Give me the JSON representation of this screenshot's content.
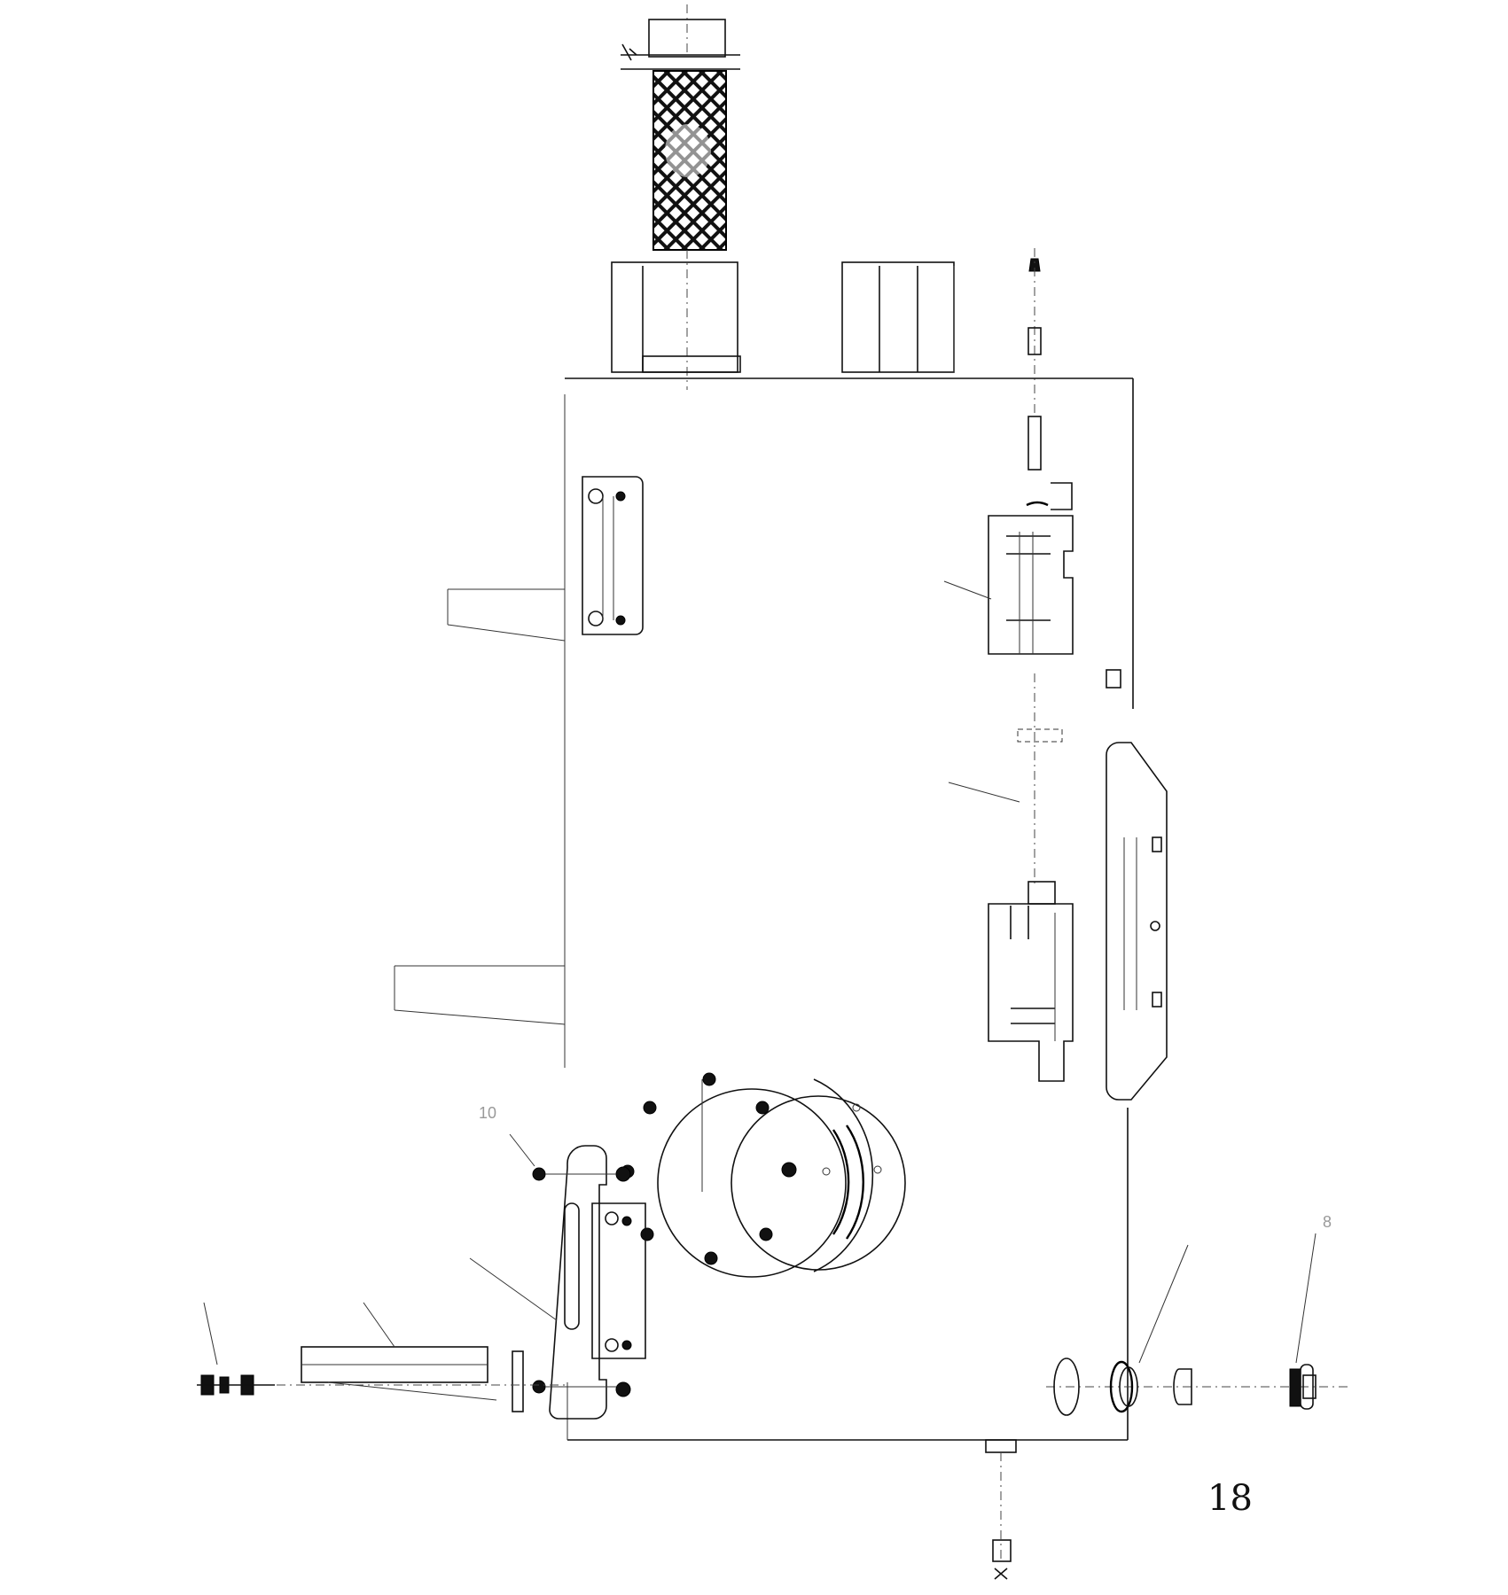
{
  "page": {
    "number": "18"
  },
  "drawing": {
    "kind": "exploded-assembly",
    "callout_labels": [
      "10",
      "8"
    ]
  }
}
